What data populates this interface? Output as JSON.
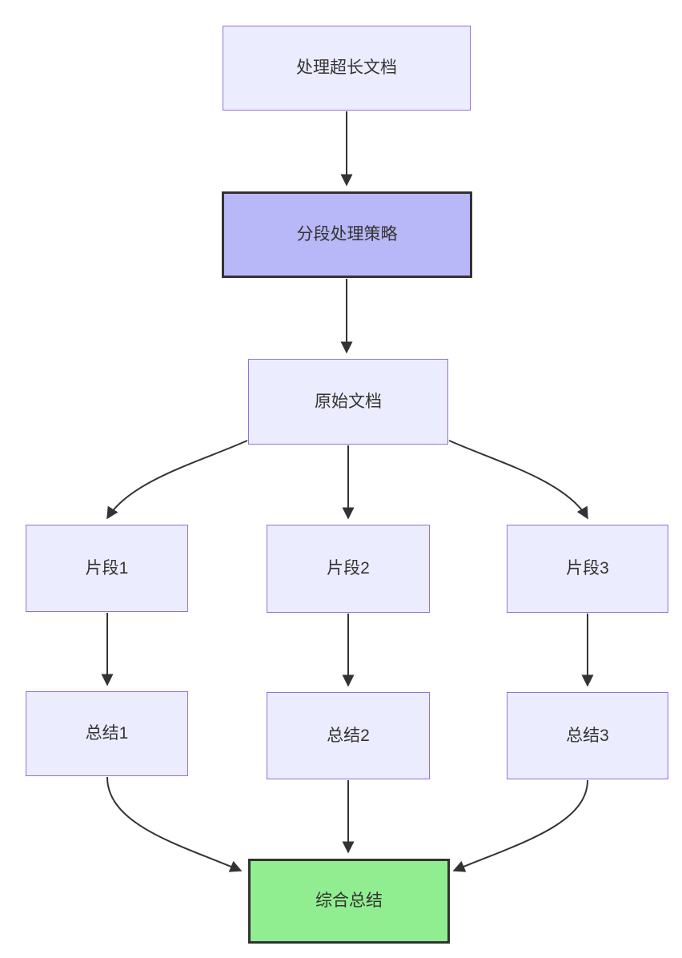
{
  "diagram": {
    "type": "flowchart",
    "direction": "top-down",
    "nodes": [
      {
        "id": "A",
        "label": "处理超长文档",
        "style": "default"
      },
      {
        "id": "B",
        "label": "分段处理策略",
        "style": "highlight-purple"
      },
      {
        "id": "C",
        "label": "原始文档",
        "style": "default"
      },
      {
        "id": "D1",
        "label": "片段1",
        "style": "default"
      },
      {
        "id": "D2",
        "label": "片段2",
        "style": "default"
      },
      {
        "id": "D3",
        "label": "片段3",
        "style": "default"
      },
      {
        "id": "E1",
        "label": "总结1",
        "style": "default"
      },
      {
        "id": "E2",
        "label": "总结2",
        "style": "default"
      },
      {
        "id": "E3",
        "label": "总结3",
        "style": "default"
      },
      {
        "id": "F",
        "label": "综合总结",
        "style": "highlight-green"
      }
    ],
    "edges": [
      {
        "from": "A",
        "to": "B"
      },
      {
        "from": "B",
        "to": "C"
      },
      {
        "from": "C",
        "to": "D1"
      },
      {
        "from": "C",
        "to": "D2"
      },
      {
        "from": "C",
        "to": "D3"
      },
      {
        "from": "D1",
        "to": "E1"
      },
      {
        "from": "D2",
        "to": "E2"
      },
      {
        "from": "D3",
        "to": "E3"
      },
      {
        "from": "E1",
        "to": "F"
      },
      {
        "from": "E2",
        "to": "F"
      },
      {
        "from": "E3",
        "to": "F"
      }
    ],
    "colors": {
      "node_fill": "#ECECFF",
      "node_border": "#9370DB",
      "highlight_fill": "#B8B8F8",
      "highlight_border": "#333333",
      "result_fill": "#90EE90",
      "result_border": "#333333",
      "edge": "#333333",
      "text": "#333333",
      "background": "#FFFFFF"
    }
  }
}
